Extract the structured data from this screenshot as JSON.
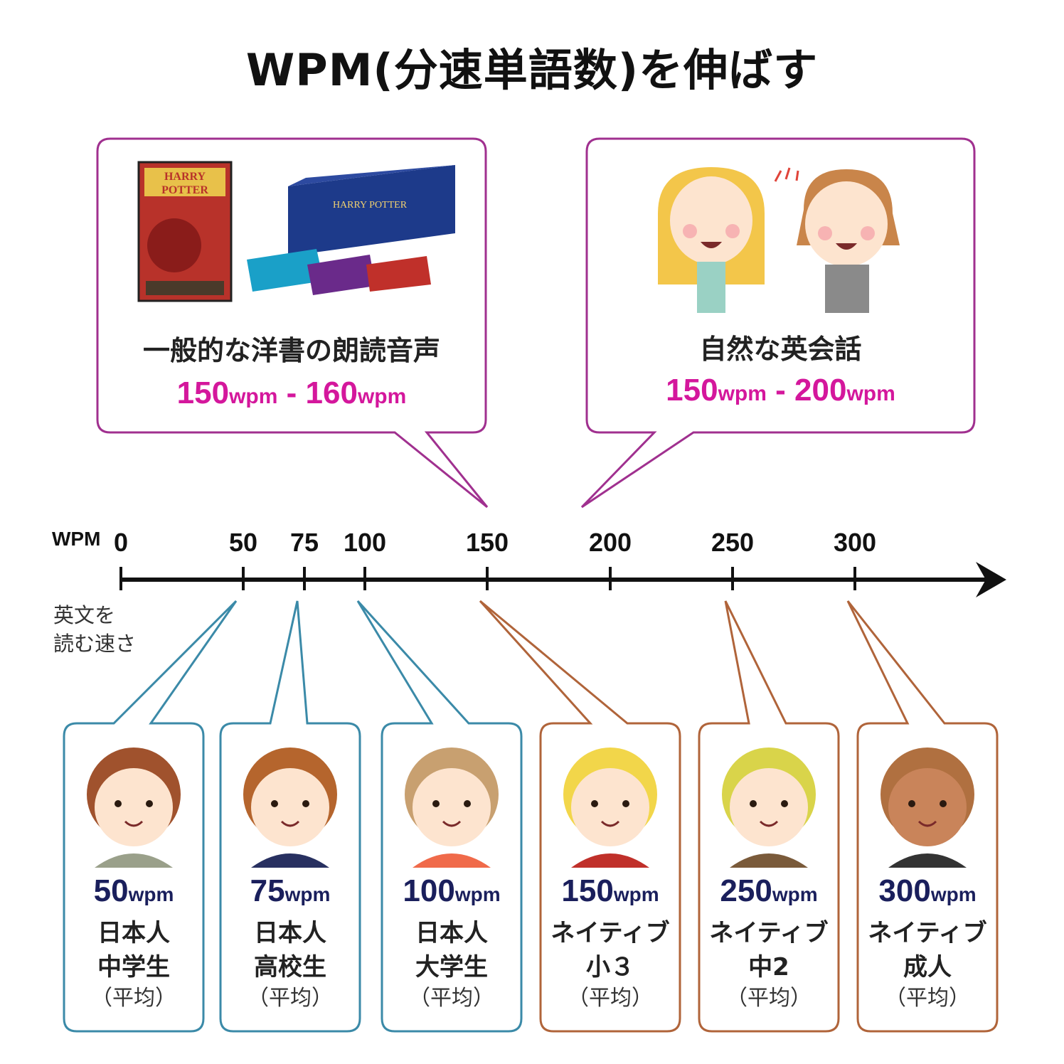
{
  "title": "WPM(分速単語数)を伸ばす",
  "axis": {
    "unit_label": "WPM",
    "description_lines": [
      "英文を",
      "読む速さ"
    ],
    "ticks": [
      "0",
      "50",
      "75",
      "100",
      "150",
      "200",
      "250",
      "300"
    ]
  },
  "top_callouts": [
    {
      "label": "一般的な洋書の朗読音声",
      "from": "150",
      "from_unit": "wpm",
      "sep": " - ",
      "to": "160",
      "to_unit": "wpm",
      "points_to": 150,
      "image": "harry-potter-books"
    },
    {
      "label": "自然な英会話",
      "from": "150",
      "from_unit": "wpm",
      "sep": " - ",
      "to": "200",
      "to_unit": "wpm",
      "points_to": 190,
      "image": "two-women-talking"
    }
  ],
  "cards": [
    {
      "value": "50",
      "unit": "wpm",
      "line1": "日本人",
      "line2": "中学生",
      "note": "（平均）",
      "group": "japanese",
      "points_to": 50
    },
    {
      "value": "75",
      "unit": "wpm",
      "line1": "日本人",
      "line2": "高校生",
      "note": "（平均）",
      "group": "japanese",
      "points_to": 75
    },
    {
      "value": "100",
      "unit": "wpm",
      "line1": "日本人",
      "line2": "大学生",
      "note": "（平均）",
      "group": "japanese",
      "points_to": 100
    },
    {
      "value": "150",
      "unit": "wpm",
      "line1": "ネイティブ",
      "line2": "小３",
      "note": "（平均）",
      "group": "native",
      "points_to": 150
    },
    {
      "value": "250",
      "unit": "wpm",
      "line1": "ネイティブ",
      "line2": "中2",
      "note": "（平均）",
      "group": "native",
      "points_to": 250
    },
    {
      "value": "300",
      "unit": "wpm",
      "line1": "ネイティブ",
      "line2": "成人",
      "note": "（平均）",
      "group": "native",
      "points_to": 300
    }
  ],
  "colors": {
    "top_border": "#a0308f",
    "top_range": "#d4179c",
    "japanese_border": "#3b8aa8",
    "native_border": "#b0643a",
    "wpm_value": "#1a1f5c",
    "axis": "#111111"
  }
}
